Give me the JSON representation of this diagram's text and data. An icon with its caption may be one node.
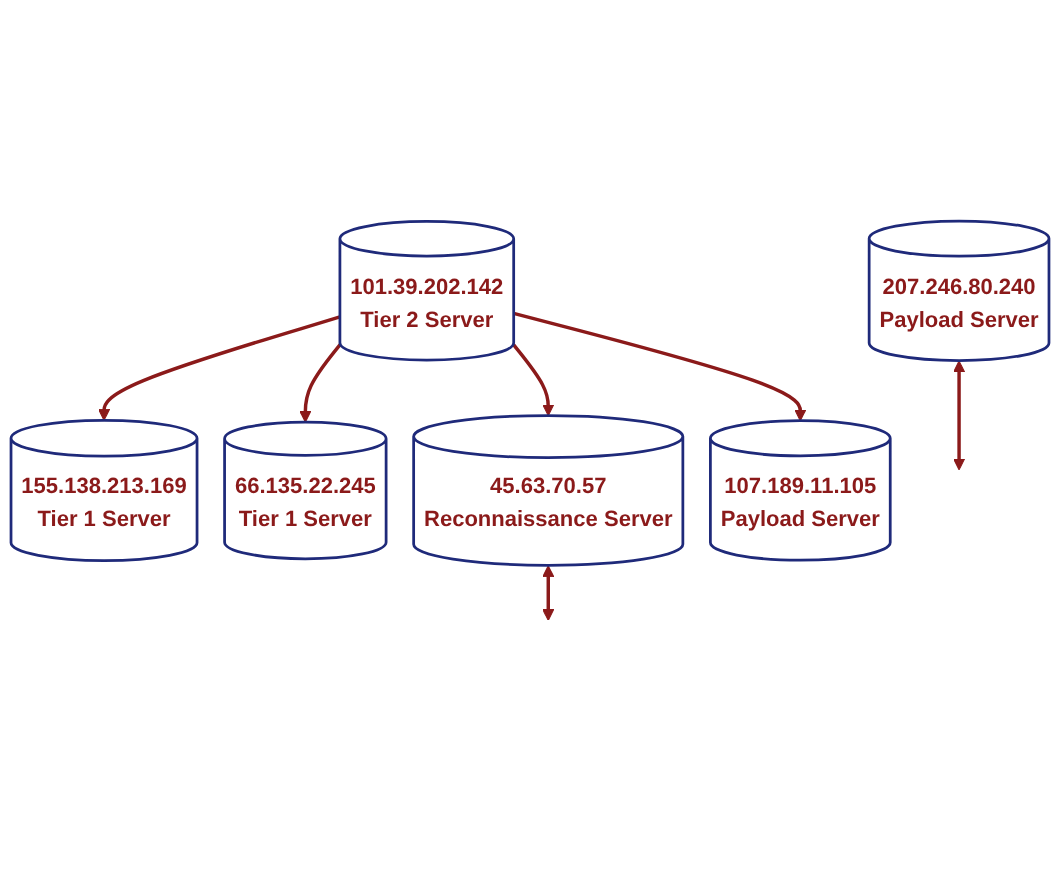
{
  "diagram": {
    "nodes": [
      {
        "text": [
          "101.39.202.142",
          "Tier 2 Server"
        ]
      },
      {
        "text": [
          "155.138.213.169",
          "Tier 1 Server"
        ]
      },
      {
        "text": [
          "66.135.22.245",
          "Tier 1 Server"
        ]
      },
      {
        "text": [
          "45.63.70.57",
          "Reconnaissance Server"
        ]
      },
      {
        "text": [
          "207.246.80.240",
          "Payload Server"
        ]
      },
      {
        "text": [
          "107.189.11.105",
          "Payload Server"
        ]
      }
    ],
    "edges": [
      {
        "from": 0,
        "to": 1,
        "arrow": "to"
      },
      {
        "from": 0,
        "to": 2,
        "arrow": "to"
      },
      {
        "from": 0,
        "to": 3,
        "arrow": "to"
      },
      {
        "from": 0,
        "to": 5,
        "arrow": "to"
      },
      {
        "from": 3,
        "to": null,
        "arrow": "both"
      },
      {
        "from": 4,
        "to": null,
        "arrow": "both"
      }
    ]
  }
}
